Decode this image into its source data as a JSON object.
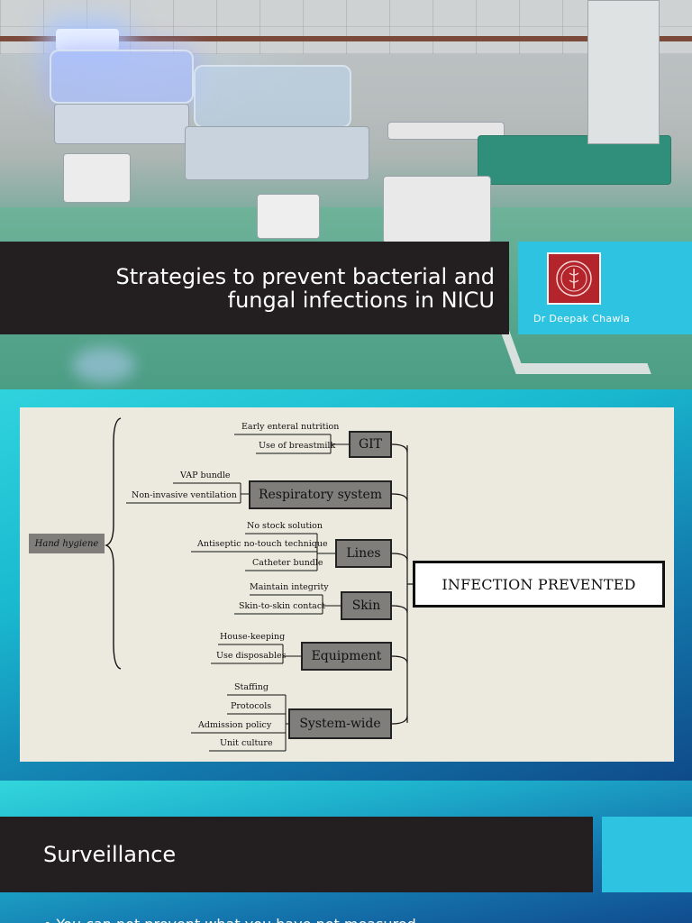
{
  "slide1": {
    "title": "Strategies to prevent bacterial and\nfungal infections in NICU",
    "author": "Dr Deepak Chawla",
    "logo_icon": "college-seal-icon",
    "colors": {
      "title_bar": "#231f20",
      "accent": "#2ec3e1",
      "logo": "#b3242b"
    }
  },
  "slide2": {
    "root": "Hand hygiene",
    "outcome": "INFECTION PREVENTED",
    "groups": [
      {
        "name": "GIT",
        "items": [
          "Early enteral nutrition",
          "Use of breastmilk"
        ]
      },
      {
        "name": "Respiratory system",
        "items": [
          "VAP bundle",
          "Non-invasive ventilation"
        ]
      },
      {
        "name": "Lines",
        "items": [
          "No stock solution",
          "Antiseptic no-touch technique",
          "Catheter bundle"
        ]
      },
      {
        "name": "Skin",
        "items": [
          "Maintain integrity",
          "Skin-to-skin contact"
        ]
      },
      {
        "name": "Equipment",
        "items": [
          "House-keeping",
          "Use disposables"
        ]
      },
      {
        "name": "System-wide",
        "items": [
          "Staffing",
          "Protocols",
          "Admission policy",
          "Unit culture"
        ]
      }
    ]
  },
  "slide3": {
    "title": "Surveillance",
    "bullet": "• You can not prevent what you have not measured"
  }
}
